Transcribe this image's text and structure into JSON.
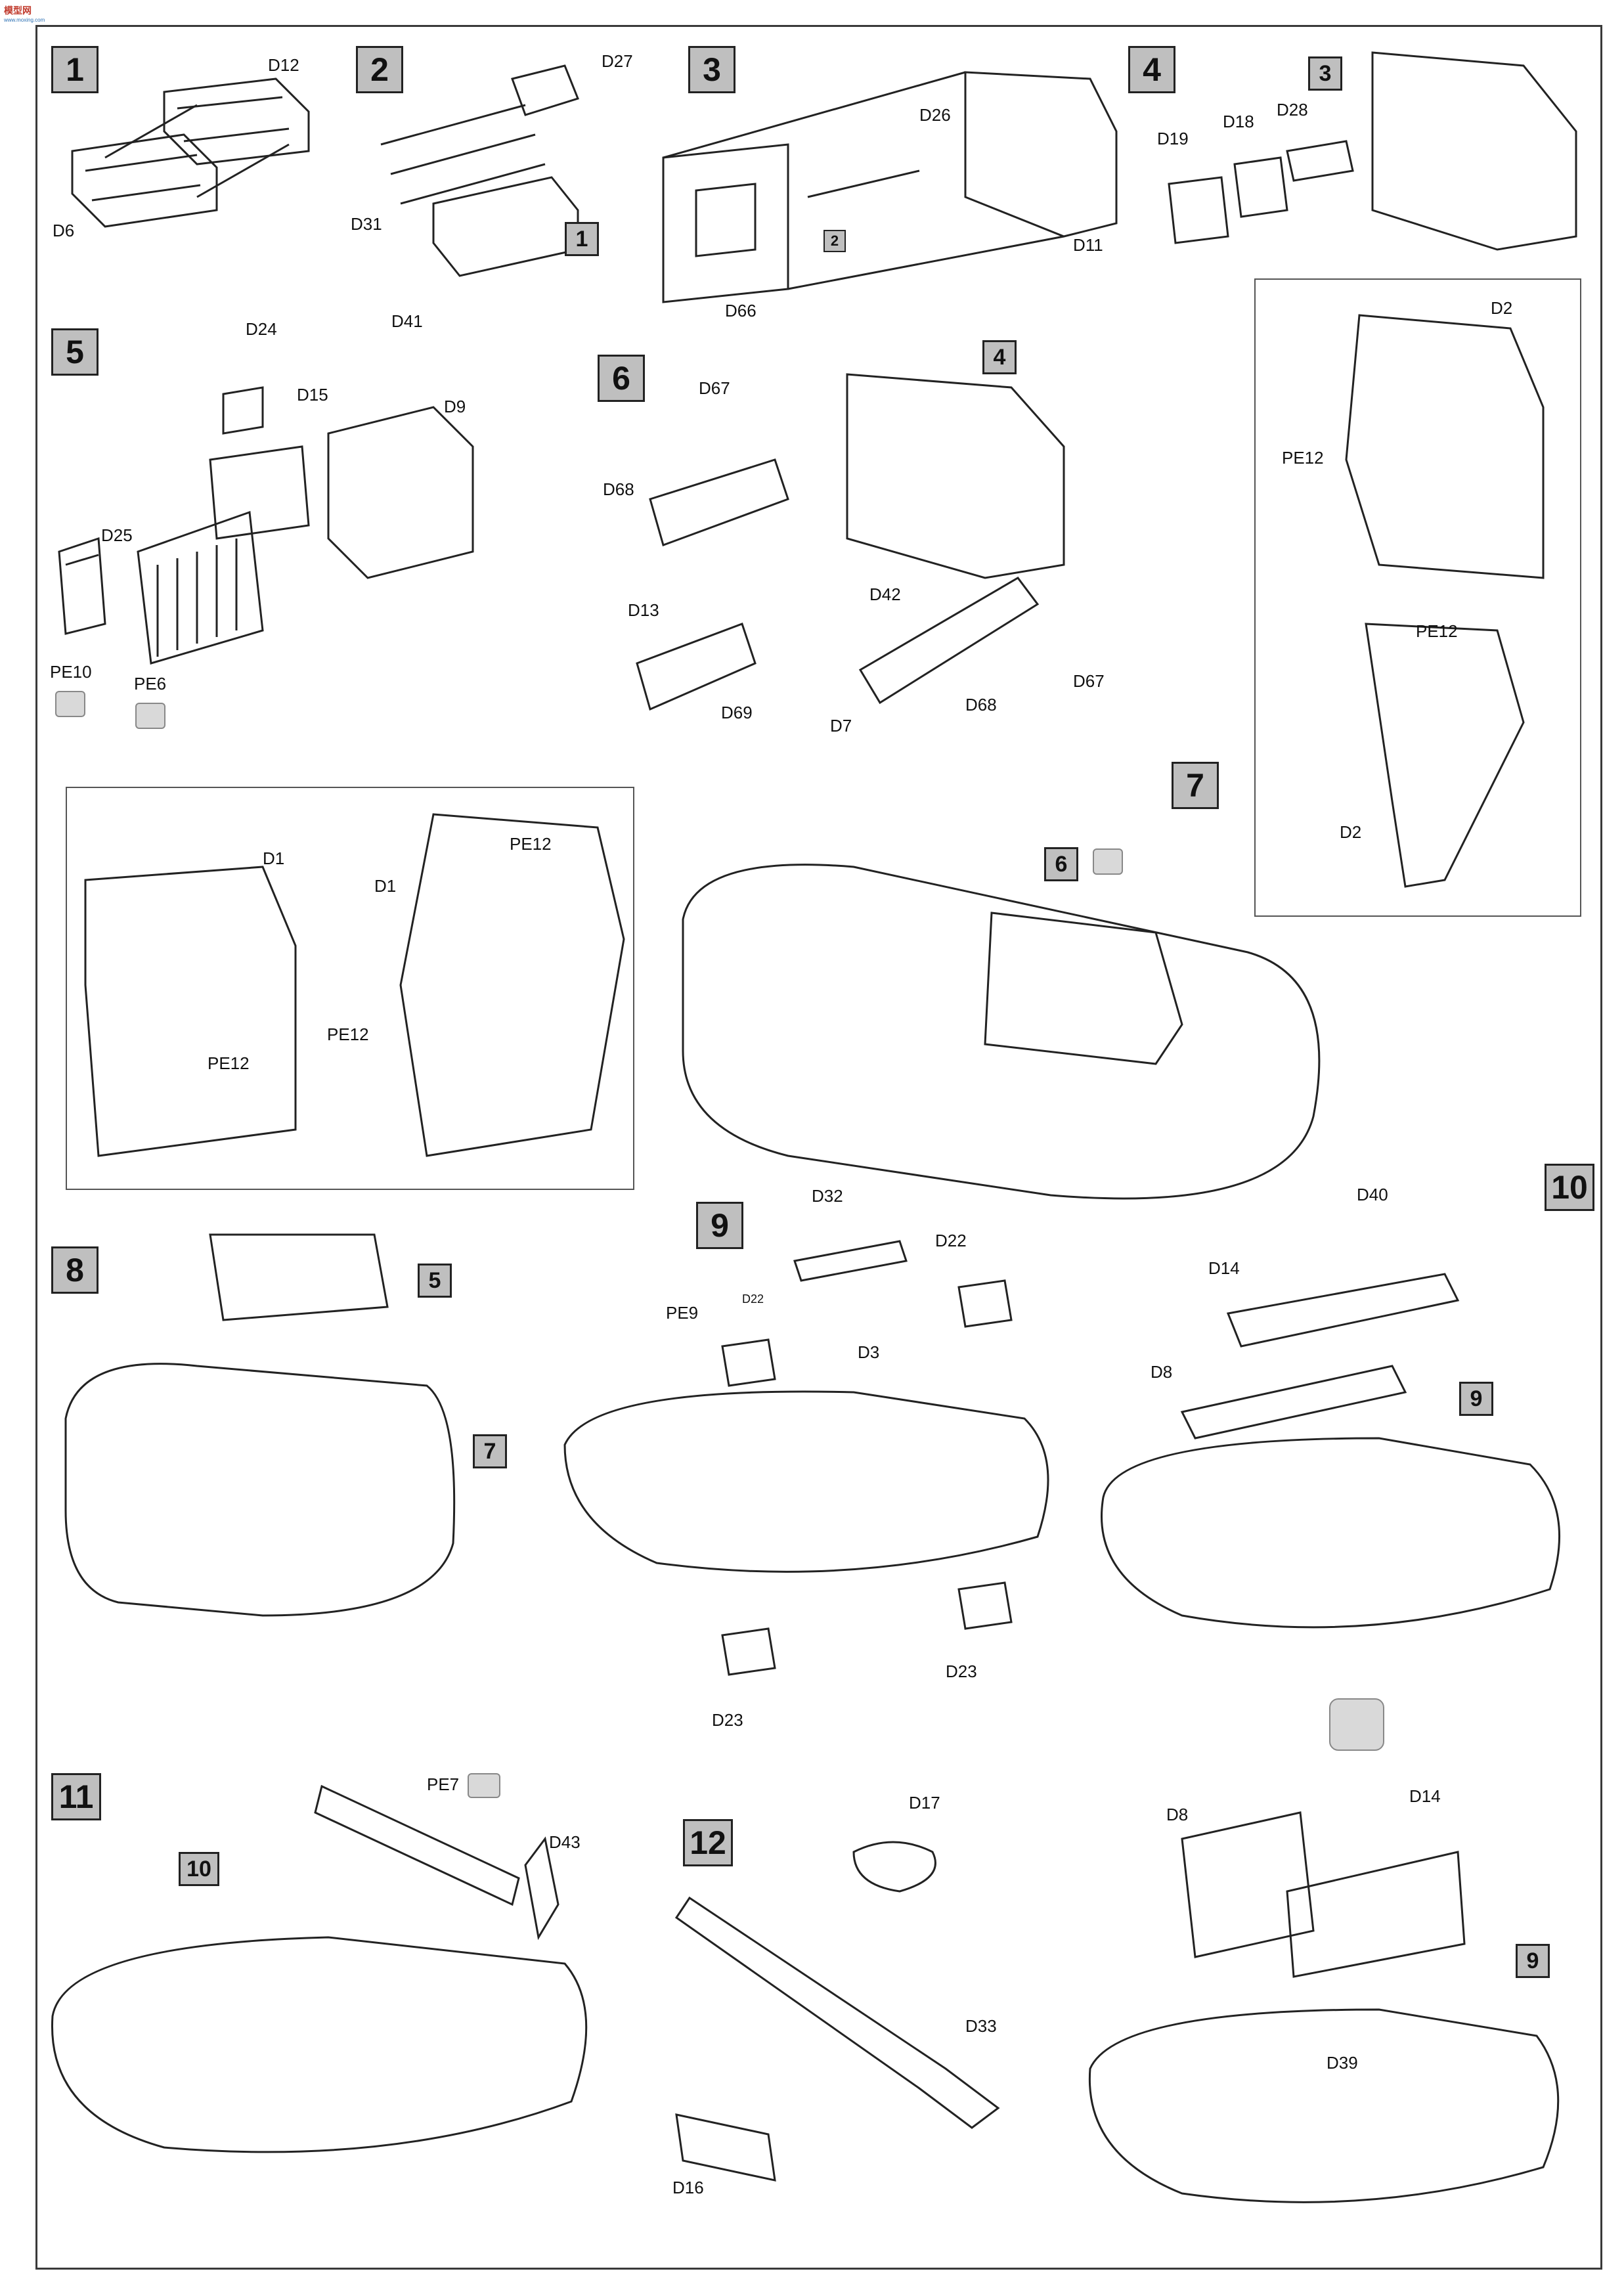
{
  "logo": {
    "mark": "模型网",
    "sub": "www.moxing.com"
  },
  "steps": [
    "1",
    "2",
    "3",
    "4",
    "5",
    "6",
    "7",
    "8",
    "9",
    "10",
    "11",
    "12"
  ],
  "refs": {
    "r1a": "1",
    "r2a": "2",
    "r3a": "3",
    "r4a": "4",
    "r5a": "5",
    "r6a": "6",
    "r7a": "7",
    "r9a": "9",
    "r10a": "10",
    "r9b": "9"
  },
  "parts": {
    "p1": "D12",
    "p2": "D6",
    "p3": "D27",
    "p4": "D31",
    "p5": "D26",
    "p6": "D11",
    "p7": "D66",
    "p8": "D19",
    "p9": "D18",
    "p10": "D28",
    "p11": "D24",
    "p12": "D15",
    "p13": "D41",
    "p14": "D9",
    "p15": "D25",
    "p16": "PE10",
    "p17": "PE6",
    "p18": "D67",
    "p19": "D68",
    "p20": "D13",
    "p21": "D42",
    "p22": "D69",
    "p23": "D7",
    "p24": "D68",
    "p25": "D67",
    "p26": "D2",
    "p27": "PE12",
    "p28": "PE12",
    "p29": "D2",
    "p30": "D1",
    "p31": "D1",
    "p32": "PE12",
    "p33": "PE12",
    "p34": "PE12",
    "p35": "D32",
    "p36": "D22",
    "p37": "PE9",
    "p38": "D22",
    "p39": "D3",
    "p40": "D23",
    "p41": "D23",
    "p42": "D40",
    "p43": "D14",
    "p44": "D8",
    "p45": "PE7",
    "p46": "D43",
    "p47": "D17",
    "p48": "D33",
    "p49": "D16",
    "p50": "D8",
    "p51": "D14",
    "p52": "D39"
  }
}
